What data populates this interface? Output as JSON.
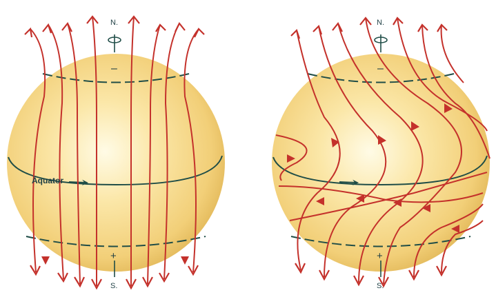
{
  "colors": {
    "field_line": "#c4312b",
    "equator": "#1f4d47",
    "sphere_light": "#fff8dc",
    "sphere_mid": "#f7d88a",
    "sphere_dark": "#dcb04a",
    "text": "#1f3f44"
  },
  "left_sphere": {
    "north_label": "N.",
    "south_label": "S.",
    "north_polarity": "–",
    "south_polarity": "+",
    "equator_label": "Äquator"
  },
  "right_sphere": {
    "north_label": "N.",
    "south_label": "S.",
    "north_polarity": "–",
    "south_polarity": "+"
  }
}
